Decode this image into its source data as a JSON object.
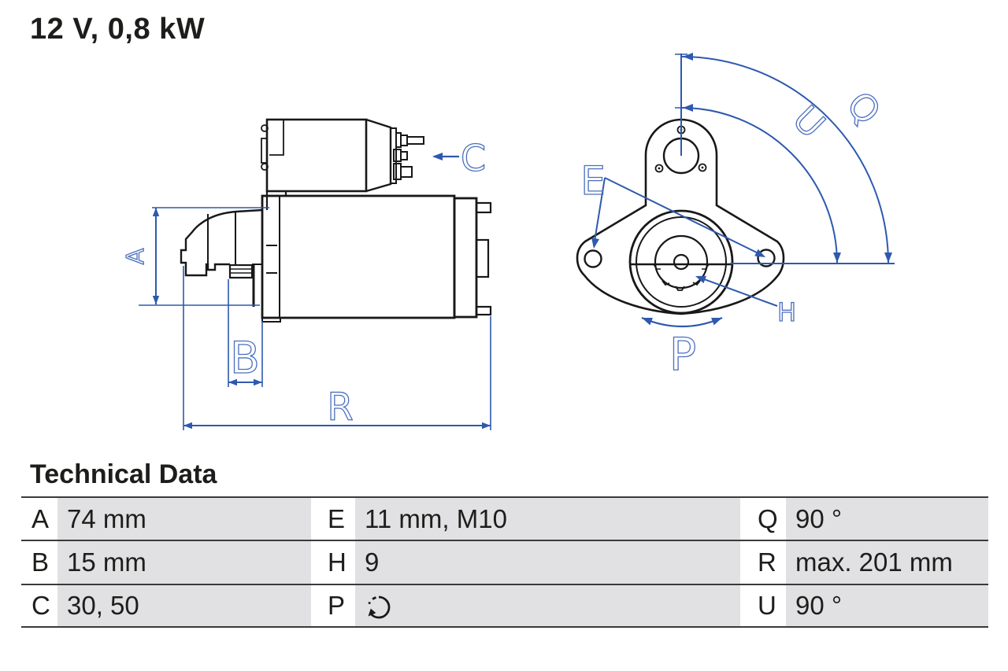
{
  "title": "12 V, 0,8 kW",
  "table": {
    "heading": "Technical Data",
    "rows": [
      {
        "c1k": "A",
        "c1v": "74 mm",
        "c2k": "E",
        "c2v": "11 mm, M10",
        "c3k": "Q",
        "c3v": "90 °"
      },
      {
        "c1k": "B",
        "c1v": "15 mm",
        "c2k": "H",
        "c2v": "9",
        "c3k": "R",
        "c3v": "max. 201 mm"
      },
      {
        "c1k": "C",
        "c1v": "30, 50",
        "c2k": "P",
        "c2v": "",
        "c3k": "U",
        "c3v": "90 °"
      }
    ],
    "p_value_icon": "rotation-direction-clockwise-icon"
  },
  "diagrams": {
    "side_view": {
      "labels": {
        "a": "A",
        "b": "B",
        "c": "C",
        "r": "R"
      }
    },
    "front_view": {
      "labels": {
        "e": "E",
        "h": "H",
        "p": "P",
        "q": "Q",
        "u": "U"
      }
    }
  },
  "colors": {
    "dimension_blue": "#2e59ae",
    "drawing_black": "#181818",
    "table_cell_gray": "#e1e1e3",
    "table_line_gray": "#3a3a3a",
    "text": "#1d1d1b"
  }
}
